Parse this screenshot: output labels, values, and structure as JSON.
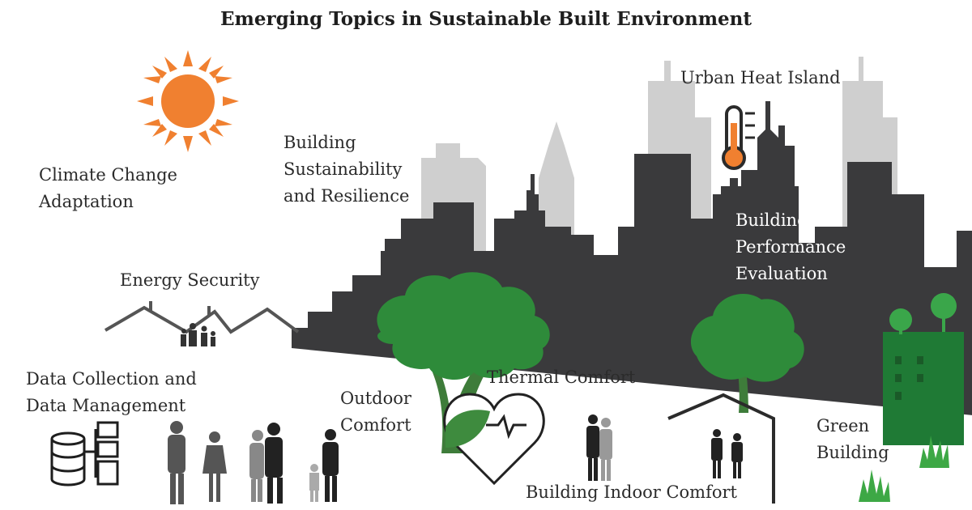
{
  "title": "Emerging Topics in Sustainable Built Environment",
  "topics": {
    "climate": "Climate Change\nAdaptation",
    "sustainability": "Building\nSustainability\nand Resilience",
    "heat_island": "Urban Heat Island",
    "performance": "Building\nPerformance\nEvaluation",
    "energy": "Energy Security",
    "data": "Data Collection and\nData Management",
    "outdoor": "Outdoor\nComfort",
    "thermal": "Thermal Comfort",
    "indoor": "Building Indoor Comfort",
    "green": "Green\nBuilding"
  },
  "colors": {
    "sun": "#f08030",
    "tree": "#2e8b3a",
    "dark_building": "#3a3a3c",
    "light_building": "#cfcfcf",
    "green_building": "#1f7a35"
  },
  "icons": [
    "sun-icon",
    "thermometer-icon",
    "family-icon",
    "database-icon",
    "heart-leaf-icon"
  ]
}
